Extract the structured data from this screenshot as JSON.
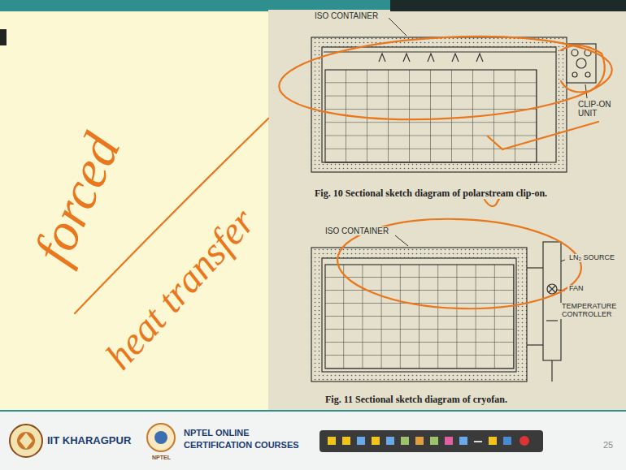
{
  "diagram": {
    "labels": [
      "ISO CONTAINER",
      "CLIP-ON UNIT",
      "Fig. 10 Sectional sketch diagram of polarstream clip-on.",
      "ISO CONTAINER",
      "LN₂ SOURCE",
      "FAN",
      "TEMPERATURE CONTROLLER",
      "Fig. 11 Sectional sketch diagram of cryofan.",
      "forced",
      "heat transfer",
      "IIT KHARAGPUR",
      "NPTEL ONLINE",
      "CERTIFICATION COURSES",
      "NPTEL",
      "25"
    ]
  }
}
